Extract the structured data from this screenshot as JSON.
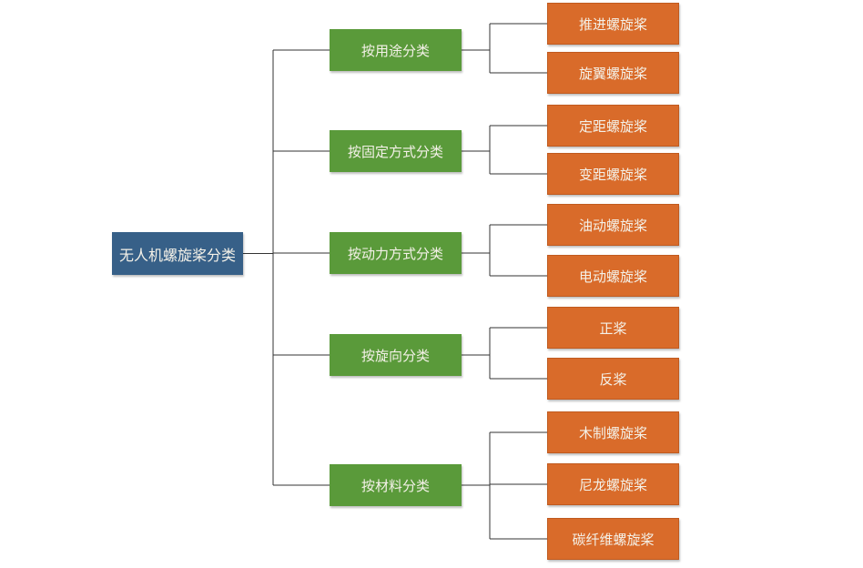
{
  "colors": {
    "root": "#376088",
    "category": "#5a9a3a",
    "leaf": "#d96b2a",
    "line": "#333333"
  },
  "root": {
    "label": "无人机螺旋桨分类"
  },
  "categories": [
    {
      "label": "按用途分类",
      "children": [
        "推进螺旋桨",
        "旋翼螺旋桨"
      ]
    },
    {
      "label": "按固定方式分类",
      "children": [
        "定距螺旋桨",
        "变距螺旋桨"
      ]
    },
    {
      "label": "按动力方式分类",
      "children": [
        "油动螺旋桨",
        "电动螺旋桨"
      ]
    },
    {
      "label": "按旋向分类",
      "children": [
        "正桨",
        "反桨"
      ]
    },
    {
      "label": "按材料分类",
      "children": [
        "木制螺旋桨",
        "尼龙螺旋桨",
        "碳纤维螺旋桨"
      ]
    }
  ]
}
